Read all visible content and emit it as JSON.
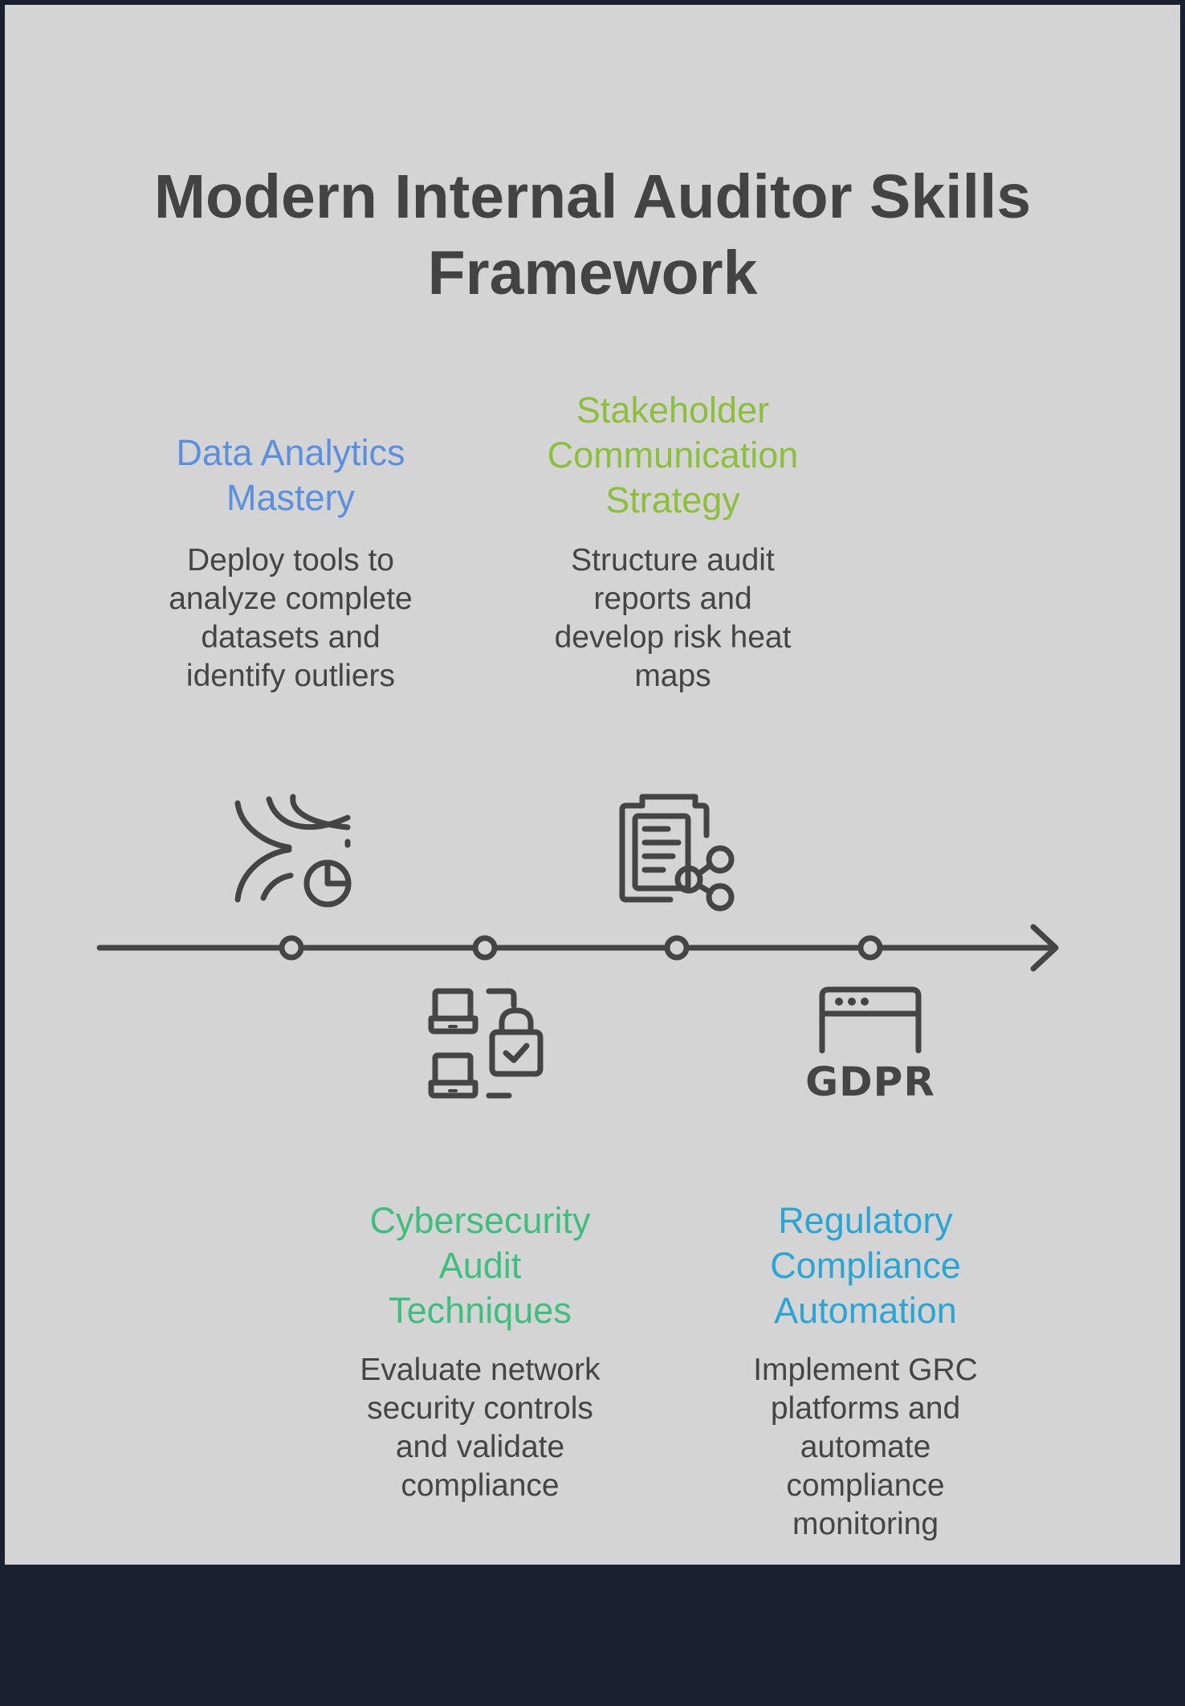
{
  "title": {
    "line1": "Modern Internal Auditor Skills",
    "line2": "Framework"
  },
  "items": [
    {
      "heading": [
        "Data Analytics",
        "Mastery"
      ],
      "description": [
        "Deploy tools to",
        "analyze complete",
        "datasets and",
        "identify outliers"
      ],
      "color": "#5b8fe0",
      "icon": "data-analytics-icon"
    },
    {
      "heading": [
        "Cybersecurity",
        "Audit",
        "Techniques"
      ],
      "description": [
        "Evaluate network",
        "security controls",
        "and validate",
        "compliance"
      ],
      "color": "#3fbf7f",
      "icon": "laptop-lock-icon"
    },
    {
      "heading": [
        "Stakeholder",
        "Communication",
        "Strategy"
      ],
      "description": [
        "Structure audit",
        "reports and",
        "develop risk heat",
        "maps"
      ],
      "color": "#8cbf3a",
      "icon": "clipboard-share-icon"
    },
    {
      "heading": [
        "Regulatory",
        "Compliance",
        "Automation"
      ],
      "description": [
        "Implement GRC",
        "platforms and",
        "automate",
        "compliance",
        "monitoring"
      ],
      "color": "#2aa6d6",
      "icon": "gdpr-browser-icon"
    }
  ],
  "gdpr_label": "GDPR",
  "colors": {
    "background": "#d4d4d4",
    "frame": "#1a2030",
    "line": "#454545",
    "text": "#434343"
  }
}
